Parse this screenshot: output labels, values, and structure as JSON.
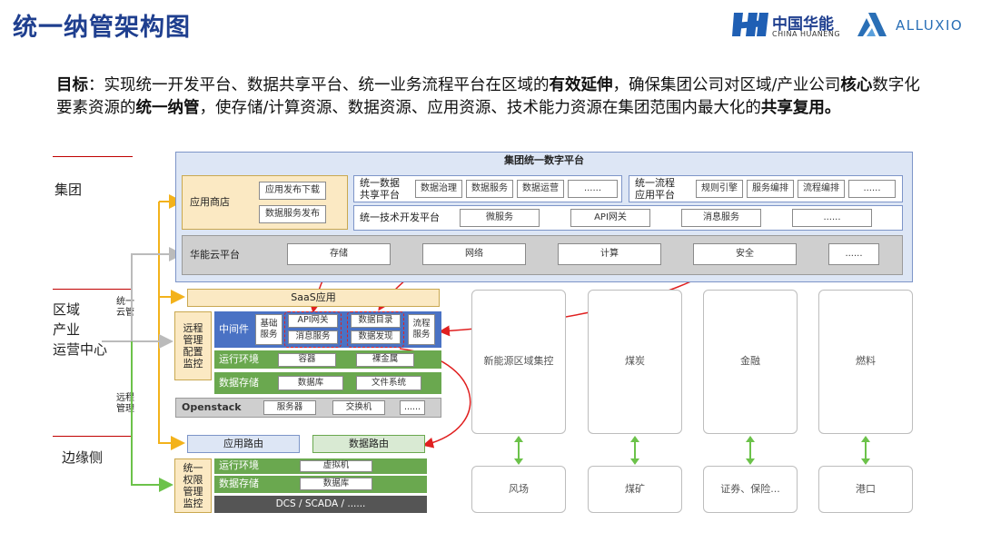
{
  "title": "统一纳管架构图",
  "logos": {
    "huaneng_cn": "中国华能",
    "huaneng_en": "CHINA HUANENG",
    "alluxio": "ALLUXIO"
  },
  "goal": {
    "label": "目标",
    "p1": "：实现统一开发平台、数据共享平台、统一业务流程平台在区域的",
    "b1": "有效延伸",
    "p2": "，确保集团公司对区域/产业公司",
    "b2": "核心",
    "p3": "数字化要素资源的",
    "b3": "统一纳管",
    "p4": "，使存储/计算资源、数据资源、应用资源、技术能力资源在集团范围内最大化的",
    "b4": "共享复用。"
  },
  "tiers": {
    "group": "集团",
    "region_l1": "区域",
    "region_l2": "产业",
    "region_l3": "运营中心",
    "edge": "边缘侧"
  },
  "connectors": {
    "unified_mgmt_l1": "统一",
    "unified_mgmt_l2": "云管",
    "remote_mgmt_l1": "远程",
    "remote_mgmt_l2": "管理"
  },
  "group_platform": {
    "title": "集团统一数字平台",
    "app_store": "应用商店",
    "app_publish": "应用发布下载",
    "data_service_publish": "数据服务发布",
    "data_share_l1": "统一数据",
    "data_share_l2": "共享平台",
    "data_governance": "数据治理",
    "data_service": "数据服务",
    "data_ops": "数据运营",
    "more1": "......",
    "flow_l1": "统一流程",
    "flow_l2": "应用平台",
    "rule_engine": "规则引擎",
    "service_orchestration": "服务编排",
    "flow_orchestration": "流程编排",
    "more2": "......",
    "dev_platform": "统一技术开发平台",
    "microservice": "微服务",
    "api_gateway": "API网关",
    "message_service": "消息服务",
    "more3": "......",
    "cloud": "华能云平台",
    "storage": "存储",
    "network": "网络",
    "compute": "计算",
    "security": "安全",
    "more4": "......"
  },
  "region": {
    "saas": "SaaS应用",
    "remote_l1": "远程",
    "remote_l2": "管理",
    "remote_l3": "配置",
    "remote_l4": "监控",
    "middleware": "中间件",
    "base_l1": "基础",
    "base_l2": "服务",
    "api_gw": "API网关",
    "msg_svc": "消息服务",
    "data_catalog": "数据目录",
    "data_discovery": "数据发现",
    "flow_l1": "流程",
    "flow_l2": "服务",
    "runtime": "运行环境",
    "container": "容器",
    "bare_metal": "裸金属",
    "data_storage": "数据存储",
    "database": "数据库",
    "file_system": "文件系统",
    "openstack": "Openstack",
    "server": "服务器",
    "switch": "交换机",
    "more": "......"
  },
  "edge": {
    "app_route": "应用路由",
    "data_route": "数据路由",
    "perm_l1": "统一",
    "perm_l2": "权限",
    "perm_l3": "管理",
    "perm_l4": "监控",
    "runtime": "运行环境",
    "vm": "虚拟机",
    "data_storage": "数据存储",
    "database": "数据库",
    "dcs": "DCS / SCADA / ......"
  },
  "industries": [
    {
      "top": "新能源区域集控",
      "bottom": "风场"
    },
    {
      "top": "煤炭",
      "bottom": "煤矿"
    },
    {
      "top": "金融",
      "bottom": "证券、保险..."
    },
    {
      "top": "燃料",
      "bottom": "港口"
    }
  ],
  "colors": {
    "title": "#1f3f8f",
    "panel_blue": "#dde6f5",
    "panel_border": "#7d95c8",
    "yellow": "#fbe9c3",
    "gray": "#cfcfcf",
    "blue": "#4a72c4",
    "green": "#6aa84f",
    "dark": "#555555",
    "red": "#e02020",
    "orange_arrow": "#f3b21b",
    "green_arrow": "#6cc24a"
  }
}
